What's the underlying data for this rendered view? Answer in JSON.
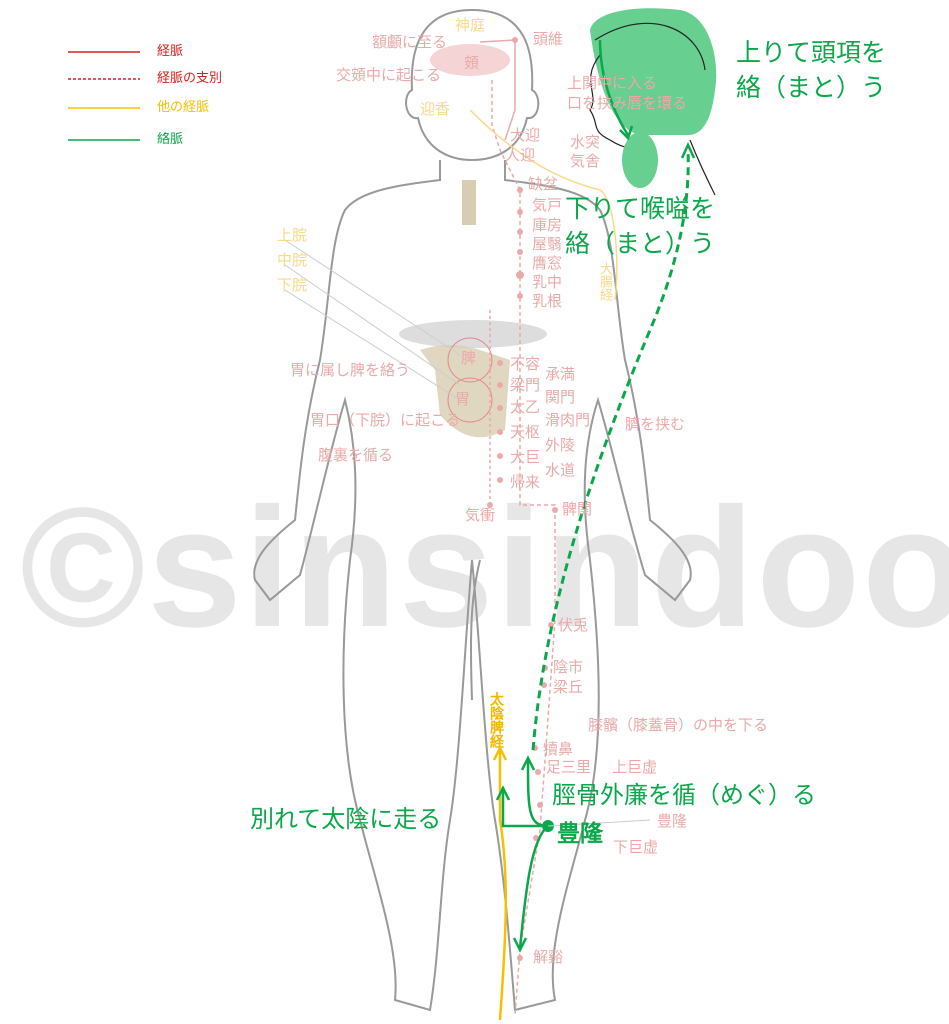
{
  "watermark": "©sinsindoo",
  "legend": [
    {
      "label": "経脈",
      "color": "#d62020",
      "style": "solid"
    },
    {
      "label": "経脈の支別",
      "color": "#d62020",
      "style": "dashed"
    },
    {
      "label": "他の経脈",
      "color": "#f5c000",
      "style": "solid"
    },
    {
      "label": "絡脈",
      "color": "#0aa84a",
      "style": "solid"
    }
  ],
  "points": {
    "shentei": "神庭",
    "gakuro": "額顱に至る",
    "zui": "頭維",
    "ka": "頞",
    "kouka": "交頞中に起こる",
    "geikou": "迎香",
    "joukan": "上関中に入る",
    "kuchi": "口を挟み唇を環る",
    "daigei": "大迎",
    "jingei": "人迎",
    "suitotsu": "水突",
    "kisha": "気舎",
    "ketsubon": "缺盆",
    "kiko": "気戸",
    "kobou": "庫房",
    "okuei": "屋翳",
    "yousou": "膺窓",
    "nyuchu": "乳中",
    "nyukon": "乳根",
    "jokan": "上脘",
    "chukan": "中脘",
    "gekan": "下脘",
    "izoku": "胃に属し脾を絡う",
    "ikou": "胃口（下脘）に起こる",
    "fukuri": "腹裏を循る",
    "fuyou": "不容",
    "ryoumon": "梁門",
    "taiitsu": "太乙",
    "tensu": "天枢",
    "daiko": "大巨",
    "kirai": "帰来",
    "shouman": "承満",
    "kanmon": "関門",
    "katsunikumon": "滑肉門",
    "gairyou": "外陵",
    "suidou": "水道",
    "saso": "臍を挟む",
    "kishou": "気衝",
    "hikan": "髀関",
    "futo": "伏兎",
    "inshi": "陰市",
    "ryokyu": "梁丘",
    "shitsu": "膝髕（膝蓋骨）の中を下る",
    "tokubi": "犢鼻",
    "ashisanri": "足三里",
    "jokokyo": "上巨虚",
    "horyu_small": "豊隆",
    "gekokyo": "下巨虚",
    "kaikei": "解谿",
    "hi": "脾",
    "i": "胃"
  },
  "other_meridians": {
    "taiin": "太陰脾経",
    "daichou": "大腸経"
  },
  "luo": {
    "head1": "上りて頭項を",
    "head2": "絡（まと）う",
    "throat1": "下りて喉嗌を",
    "throat2": "絡（まと）う",
    "branch": "別れて太陰に走る",
    "shin": "脛骨外廉を循（めぐ）る",
    "horyu": "豊隆"
  }
}
